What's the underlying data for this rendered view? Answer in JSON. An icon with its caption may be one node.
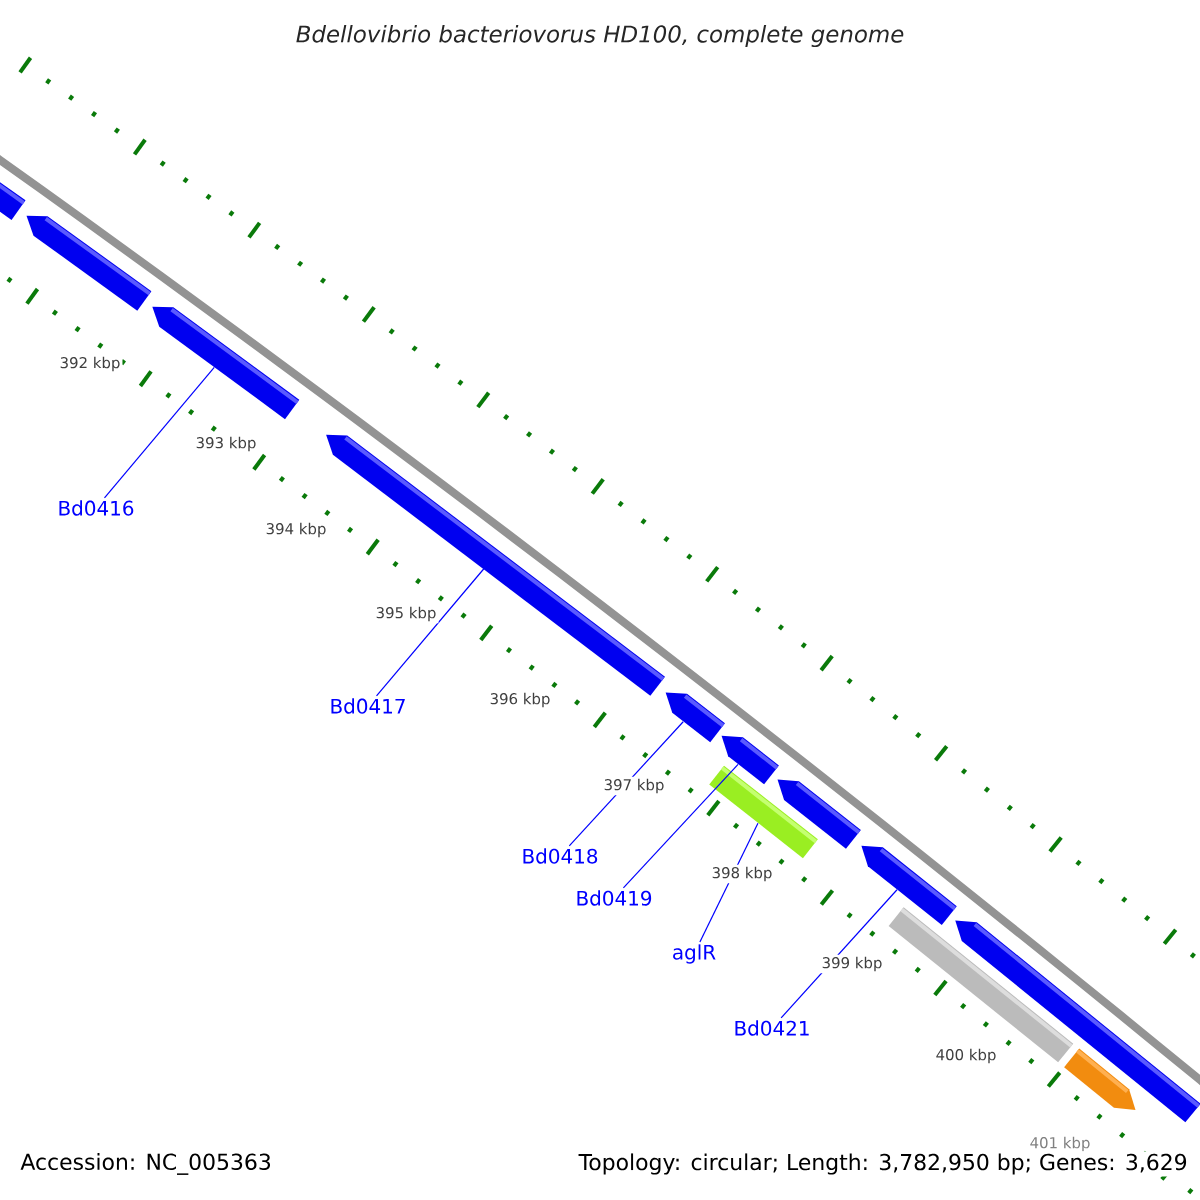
{
  "diagram": {
    "title": "Bdellovibrio bacteriovorus HD100, complete genome",
    "nodes": [
      {
        "text": [
          "Bd0416"
        ]
      },
      {
        "text": [
          "Bd0417"
        ]
      },
      {
        "text": [
          "Bd0418"
        ]
      },
      {
        "text": [
          "Bd0419"
        ]
      },
      {
        "text": [
          "aglR"
        ]
      },
      {
        "text": [
          "Bd0421"
        ]
      },
      {
        "text": [],
        "shape": "bar"
      },
      {
        "text": [],
        "shape": "bar"
      },
      {
        "text": [],
        "shape": "bar"
      },
      {
        "text": [],
        "shape": "bar"
      },
      {
        "text": [],
        "shape": "bar"
      },
      {
        "text": [],
        "shape": "bar"
      },
      {
        "text": [],
        "shape": "bar"
      },
      {
        "text": [],
        "shape": "bar"
      },
      {
        "text": [],
        "shape": "bar"
      },
      {
        "text": [],
        "shape": "bar"
      },
      {
        "text": [],
        "shape": "bar"
      },
      {
        "text": [],
        "shape": "bar"
      }
    ],
    "edges": [
      {
        "from": 0,
        "to": 8,
        "arrow": "none"
      },
      {
        "from": 1,
        "to": 9,
        "arrow": "none"
      },
      {
        "from": 2,
        "to": 10,
        "arrow": "none"
      },
      {
        "from": 3,
        "to": 11,
        "arrow": "none"
      },
      {
        "from": 4,
        "to": 12,
        "arrow": "none"
      },
      {
        "from": 5,
        "to": 14,
        "arrow": "none"
      }
    ],
    "labels": [
      "392 kbp",
      "393 kbp",
      "394 kbp",
      "395 kbp",
      "396 kbp",
      "397 kbp",
      "398 kbp",
      "399 kbp",
      "400 kbp",
      "401 kbp",
      "Accession: NC_005363",
      "Topology: circular; Length: 3,782,950 bp; Genes: 3,629"
    ]
  }
}
